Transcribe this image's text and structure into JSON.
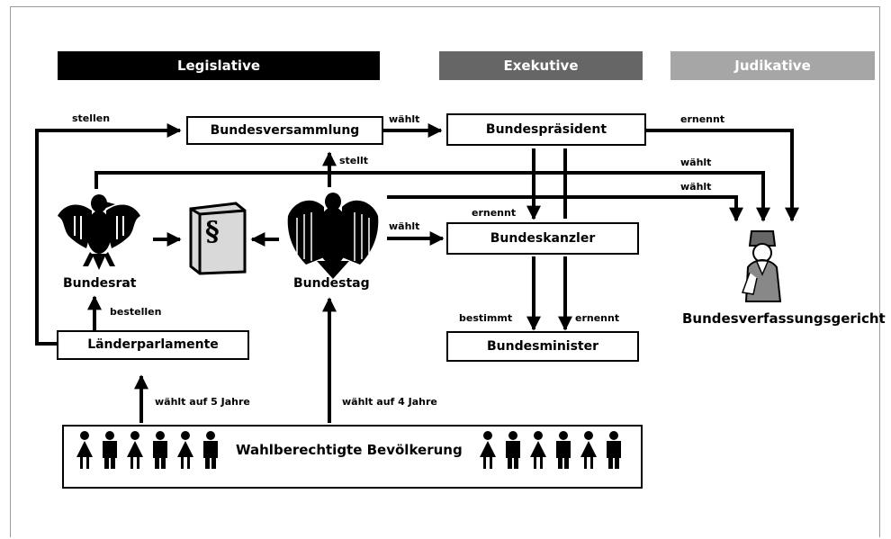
{
  "headers": {
    "legislative": "Legislative",
    "executive": "Exekutive",
    "judicative": "Judikative"
  },
  "colors": {
    "legislative": "#000000",
    "executive": "#666666",
    "judicative": "#a6a6a6"
  },
  "boxes": {
    "bundesversammlung": "Bundesversammlung",
    "bundespraesident": "Bundespräsident",
    "bundeskanzler": "Bundeskanzler",
    "bundesminister": "Bundesminister",
    "laenderparlamente": "Länderparlamente",
    "bevoelkerung": "Wahlberechtigte Bevölkerung"
  },
  "nodes": {
    "bundesrat": "Bundesrat",
    "bundestag": "Bundestag",
    "gesetz_symbol": "§",
    "bundesverfassungsgericht": "Bundesverfassungsgericht"
  },
  "edges": {
    "stellen": "stellen",
    "waehlt_bundespraesident": "wählt",
    "ernennt_verfassungsgericht": "ernennt",
    "stellt": "stellt",
    "waehlt_bundesrat_gericht": "wählt",
    "waehlt_bundestag_gericht": "wählt",
    "ernennt_kanzler": "ernennt",
    "waehlt_kanzler": "wählt",
    "bestellen": "bestellen",
    "bestimmt": "bestimmt",
    "ernennt_minister": "ernennt",
    "waehlt_5_jahre": "wählt auf 5 Jahre",
    "waehlt_4_jahre": "wählt auf 4 Jahre"
  }
}
